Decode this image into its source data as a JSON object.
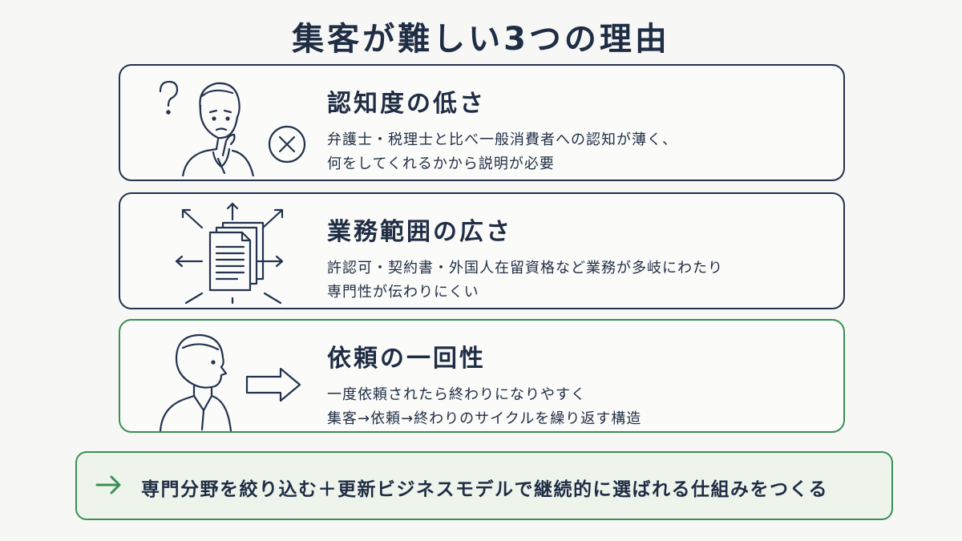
{
  "title": "集客が難しい3つの理由",
  "reasons": [
    {
      "heading": "認知度の低さ",
      "lines": [
        "弁護士・税理士と比べ一般消費者への認知が薄く、",
        "何をしてくれるかから説明が必要"
      ],
      "icons": [
        "question-mark-icon",
        "confused-person-icon",
        "cross-circle-icon"
      ]
    },
    {
      "heading": "業務範囲の広さ",
      "lines": [
        "許認可・契約書・外国人在留資格など業務が多岐にわたり",
        "専門性が伝わりにくい"
      ],
      "icons": [
        "documents-icon",
        "spreading-arrows-icon"
      ]
    },
    {
      "heading": "依頼の一回性",
      "lines": [
        "一度依頼されたら終わりになりやすく",
        "集客→依頼→終わりのサイクルを繰り返す構造"
      ],
      "icons": [
        "person-profile-icon",
        "right-arrow-icon"
      ]
    }
  ],
  "summary": {
    "text": "専門分野を絞り込む＋更新ビジネスモデルで継続的に選ばれる仕組みをつくる",
    "icon": "right-arrow-icon"
  },
  "colors": {
    "navy": "#22324f",
    "green": "#3a8f55",
    "background": "#f7f8f5"
  }
}
